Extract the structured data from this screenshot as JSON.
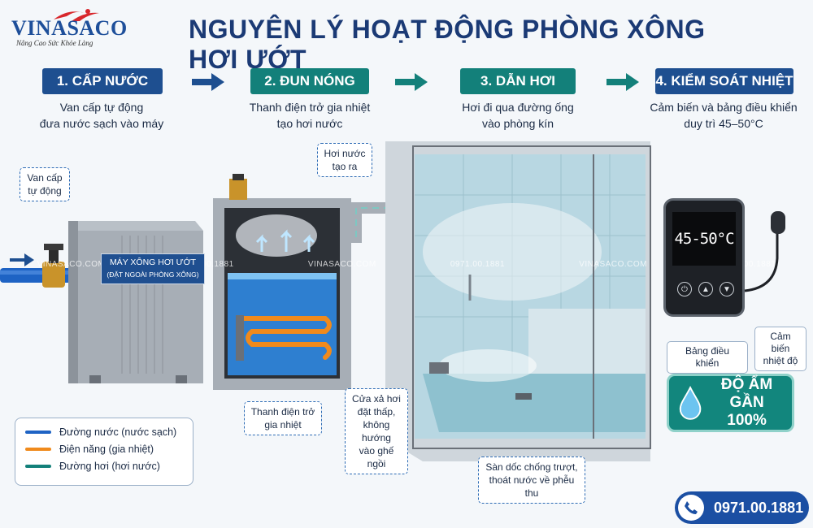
{
  "brand": {
    "name": "VINASACO",
    "tagline": "Nâng Cao Sức Khỏe Làng"
  },
  "title": "NGUYÊN LÝ HOẠT ĐỘNG PHÒNG XÔNG HƠI ƯỚT",
  "steps": [
    {
      "label": "1. CẤP NƯỚC",
      "desc1": "Van cấp tự động",
      "desc2": "đưa nước sạch vào máy",
      "color": "#1e4f90"
    },
    {
      "label": "2. ĐUN NÓNG",
      "desc1": "Thanh điện trở gia nhiệt",
      "desc2": "tạo hơi nước",
      "color": "#13807a"
    },
    {
      "label": "3. DẪN HƠI",
      "desc1": "Hơi đi qua đường ống",
      "desc2": "vào phòng kín",
      "color": "#13807a"
    },
    {
      "label": "4. KIỂM SOÁT NHIỆT",
      "desc1": "Cảm biến và bảng điều khiển",
      "desc2": "duy trì 45–50°C",
      "color": "#1e4f90"
    }
  ],
  "callouts": {
    "valve": {
      "l1": "Van cấp",
      "l2": "tự động"
    },
    "steam": {
      "l1": "Hơi nước",
      "l2": "tạo ra"
    },
    "heater": {
      "l1": "Thanh điện trở",
      "l2": "gia nhiệt"
    },
    "vent": {
      "l1": "Cửa xả hơi",
      "l2": "đặt thấp,",
      "l3": "không hướng",
      "l4": "vào ghế ngồi"
    },
    "floor": {
      "l1": "Sàn dốc chống trượt,",
      "l2": "thoát nước về phễu thu"
    },
    "panel": "Bảng điều khiển",
    "sensor": {
      "l1": "Cảm biến",
      "l2": "nhiệt độ"
    }
  },
  "machine_label": {
    "l1": "MÁY XÔNG HƠI ƯỚT",
    "l2": "(ĐẶT NGOÀI PHÒNG XÔNG)"
  },
  "panel_display": "45-50°C",
  "legend": [
    {
      "label": "Đường nước (nước sạch)",
      "color": "#1e63c4"
    },
    {
      "label": "Điện năng (gia nhiệt)",
      "color": "#f08a1c"
    },
    {
      "label": "Đường hơi (hơi nước)",
      "color": "#13807a"
    }
  ],
  "humidity": {
    "l1": "ĐỘ ẨM",
    "l2": "GẦN 100%"
  },
  "phone": "0971.00.1881",
  "watermark": {
    "brand": "VINASACO.COM",
    "phone": "0971.00.1881"
  },
  "icons": [
    "arrow-right-icon",
    "water-drop-icon",
    "phone-icon",
    "power-icon",
    "up-icon",
    "down-icon",
    "steam-icon",
    "drain-icon"
  ]
}
